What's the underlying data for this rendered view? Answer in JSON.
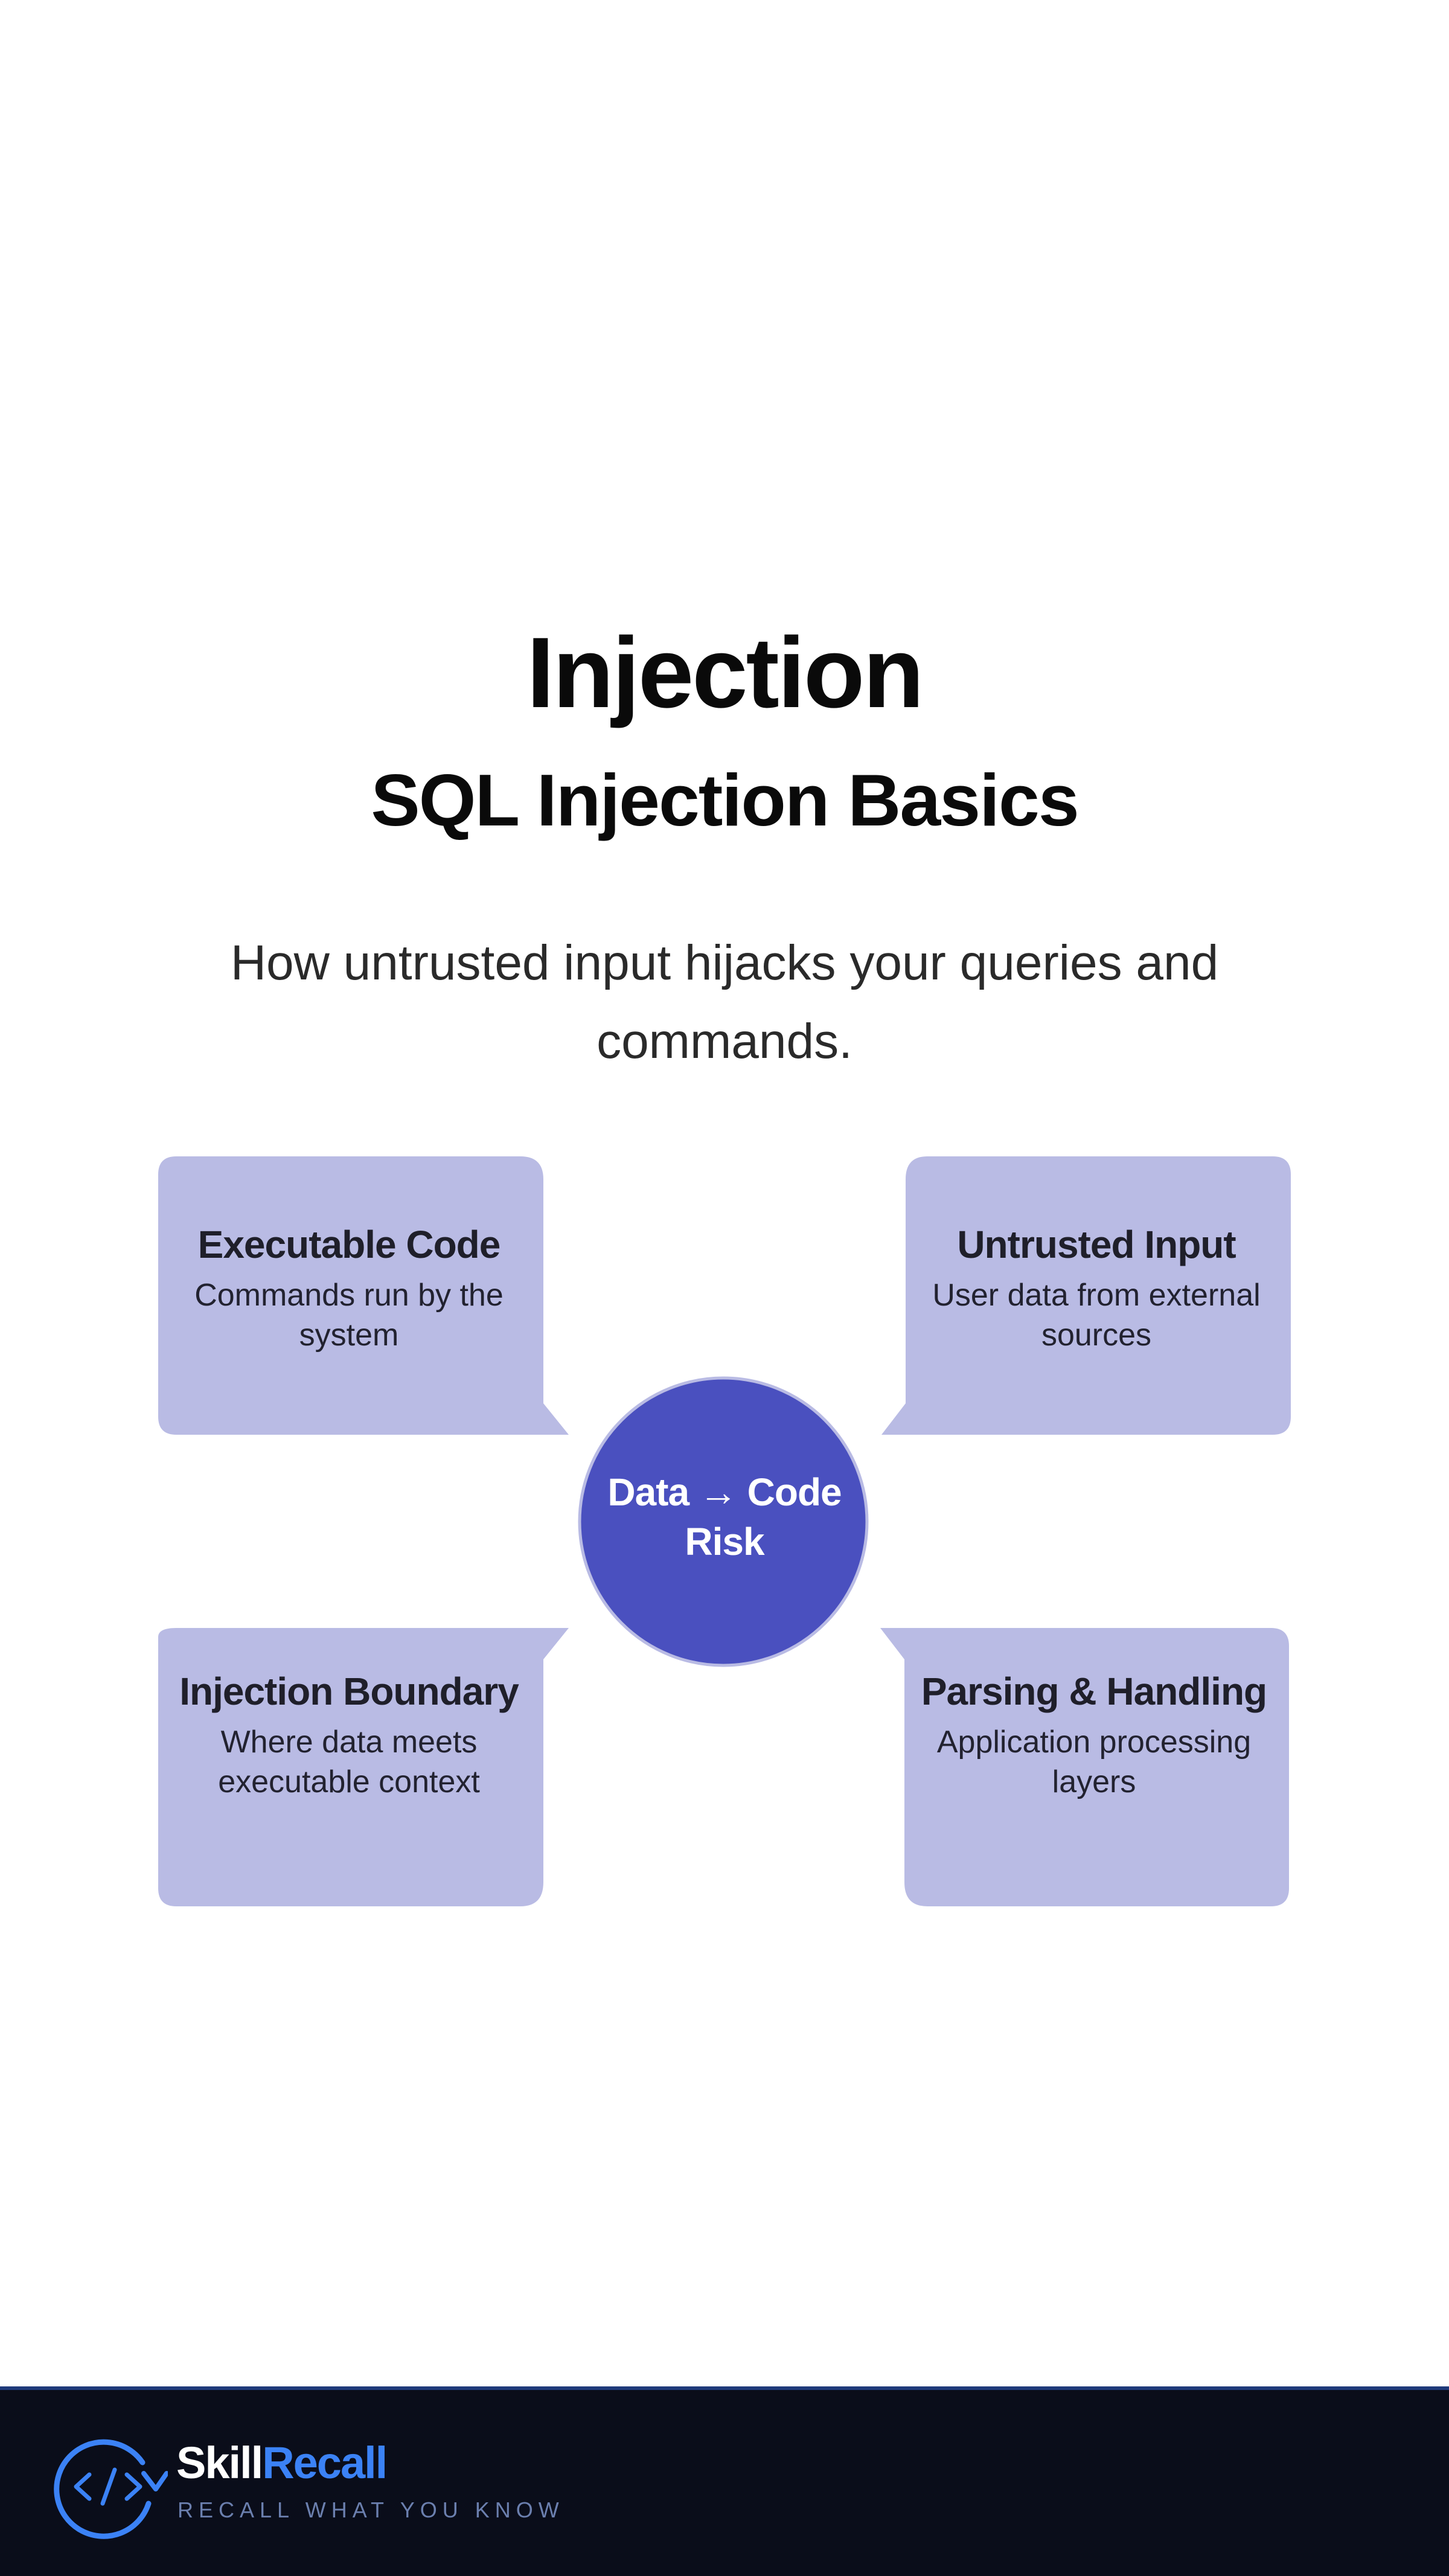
{
  "header": {
    "title": "Injection",
    "subtitle": "SQL Injection Basics",
    "tagline": "How untrusted input hijacks your queries and commands."
  },
  "diagram": {
    "hub": {
      "label": "Data → Code Risk"
    },
    "cards": [
      {
        "title": "Executable Code",
        "description": "Commands run by the system"
      },
      {
        "title": "Untrusted Input",
        "description": "User data from external sources"
      },
      {
        "title": "Injection Boundary",
        "description": "Where data meets executable context"
      },
      {
        "title": "Parsing & Handling",
        "description": "Application processing layers"
      }
    ]
  },
  "footer": {
    "brand_part1": "Skill",
    "brand_part2": "Recall",
    "slogan": "RECALL WHAT YOU KNOW",
    "logo_icon": "code-brackets-icon"
  },
  "colors": {
    "card_fill": "#b9bbe4",
    "hub_fill": "#4a50bf",
    "hub_stroke": "#b9bbe4",
    "footer_bg": "#0a0d1a",
    "brand_accent": "#3b82f6"
  }
}
